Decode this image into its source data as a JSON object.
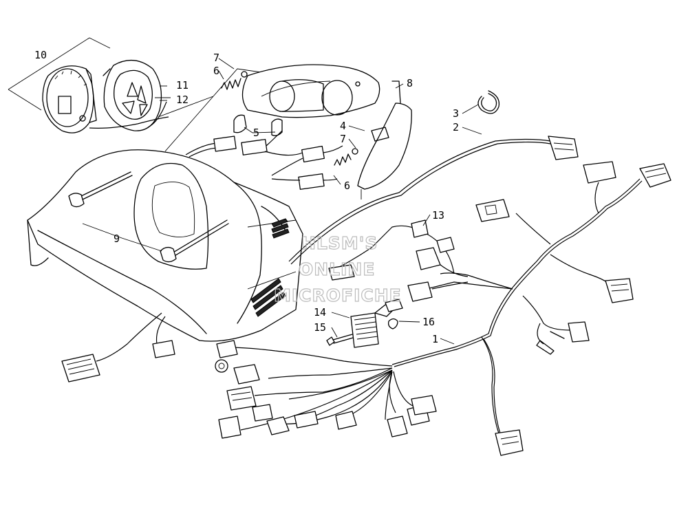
{
  "callouts": [
    "1",
    "2",
    "3",
    "4",
    "5",
    "6",
    "6",
    "7",
    "7",
    "8",
    "9",
    "10",
    "11",
    "12",
    "13",
    "14",
    "15",
    "16"
  ],
  "watermark": {
    "line1": "HLSM'S",
    "line2": "ONLINE",
    "line3": "MICROFICHE"
  }
}
